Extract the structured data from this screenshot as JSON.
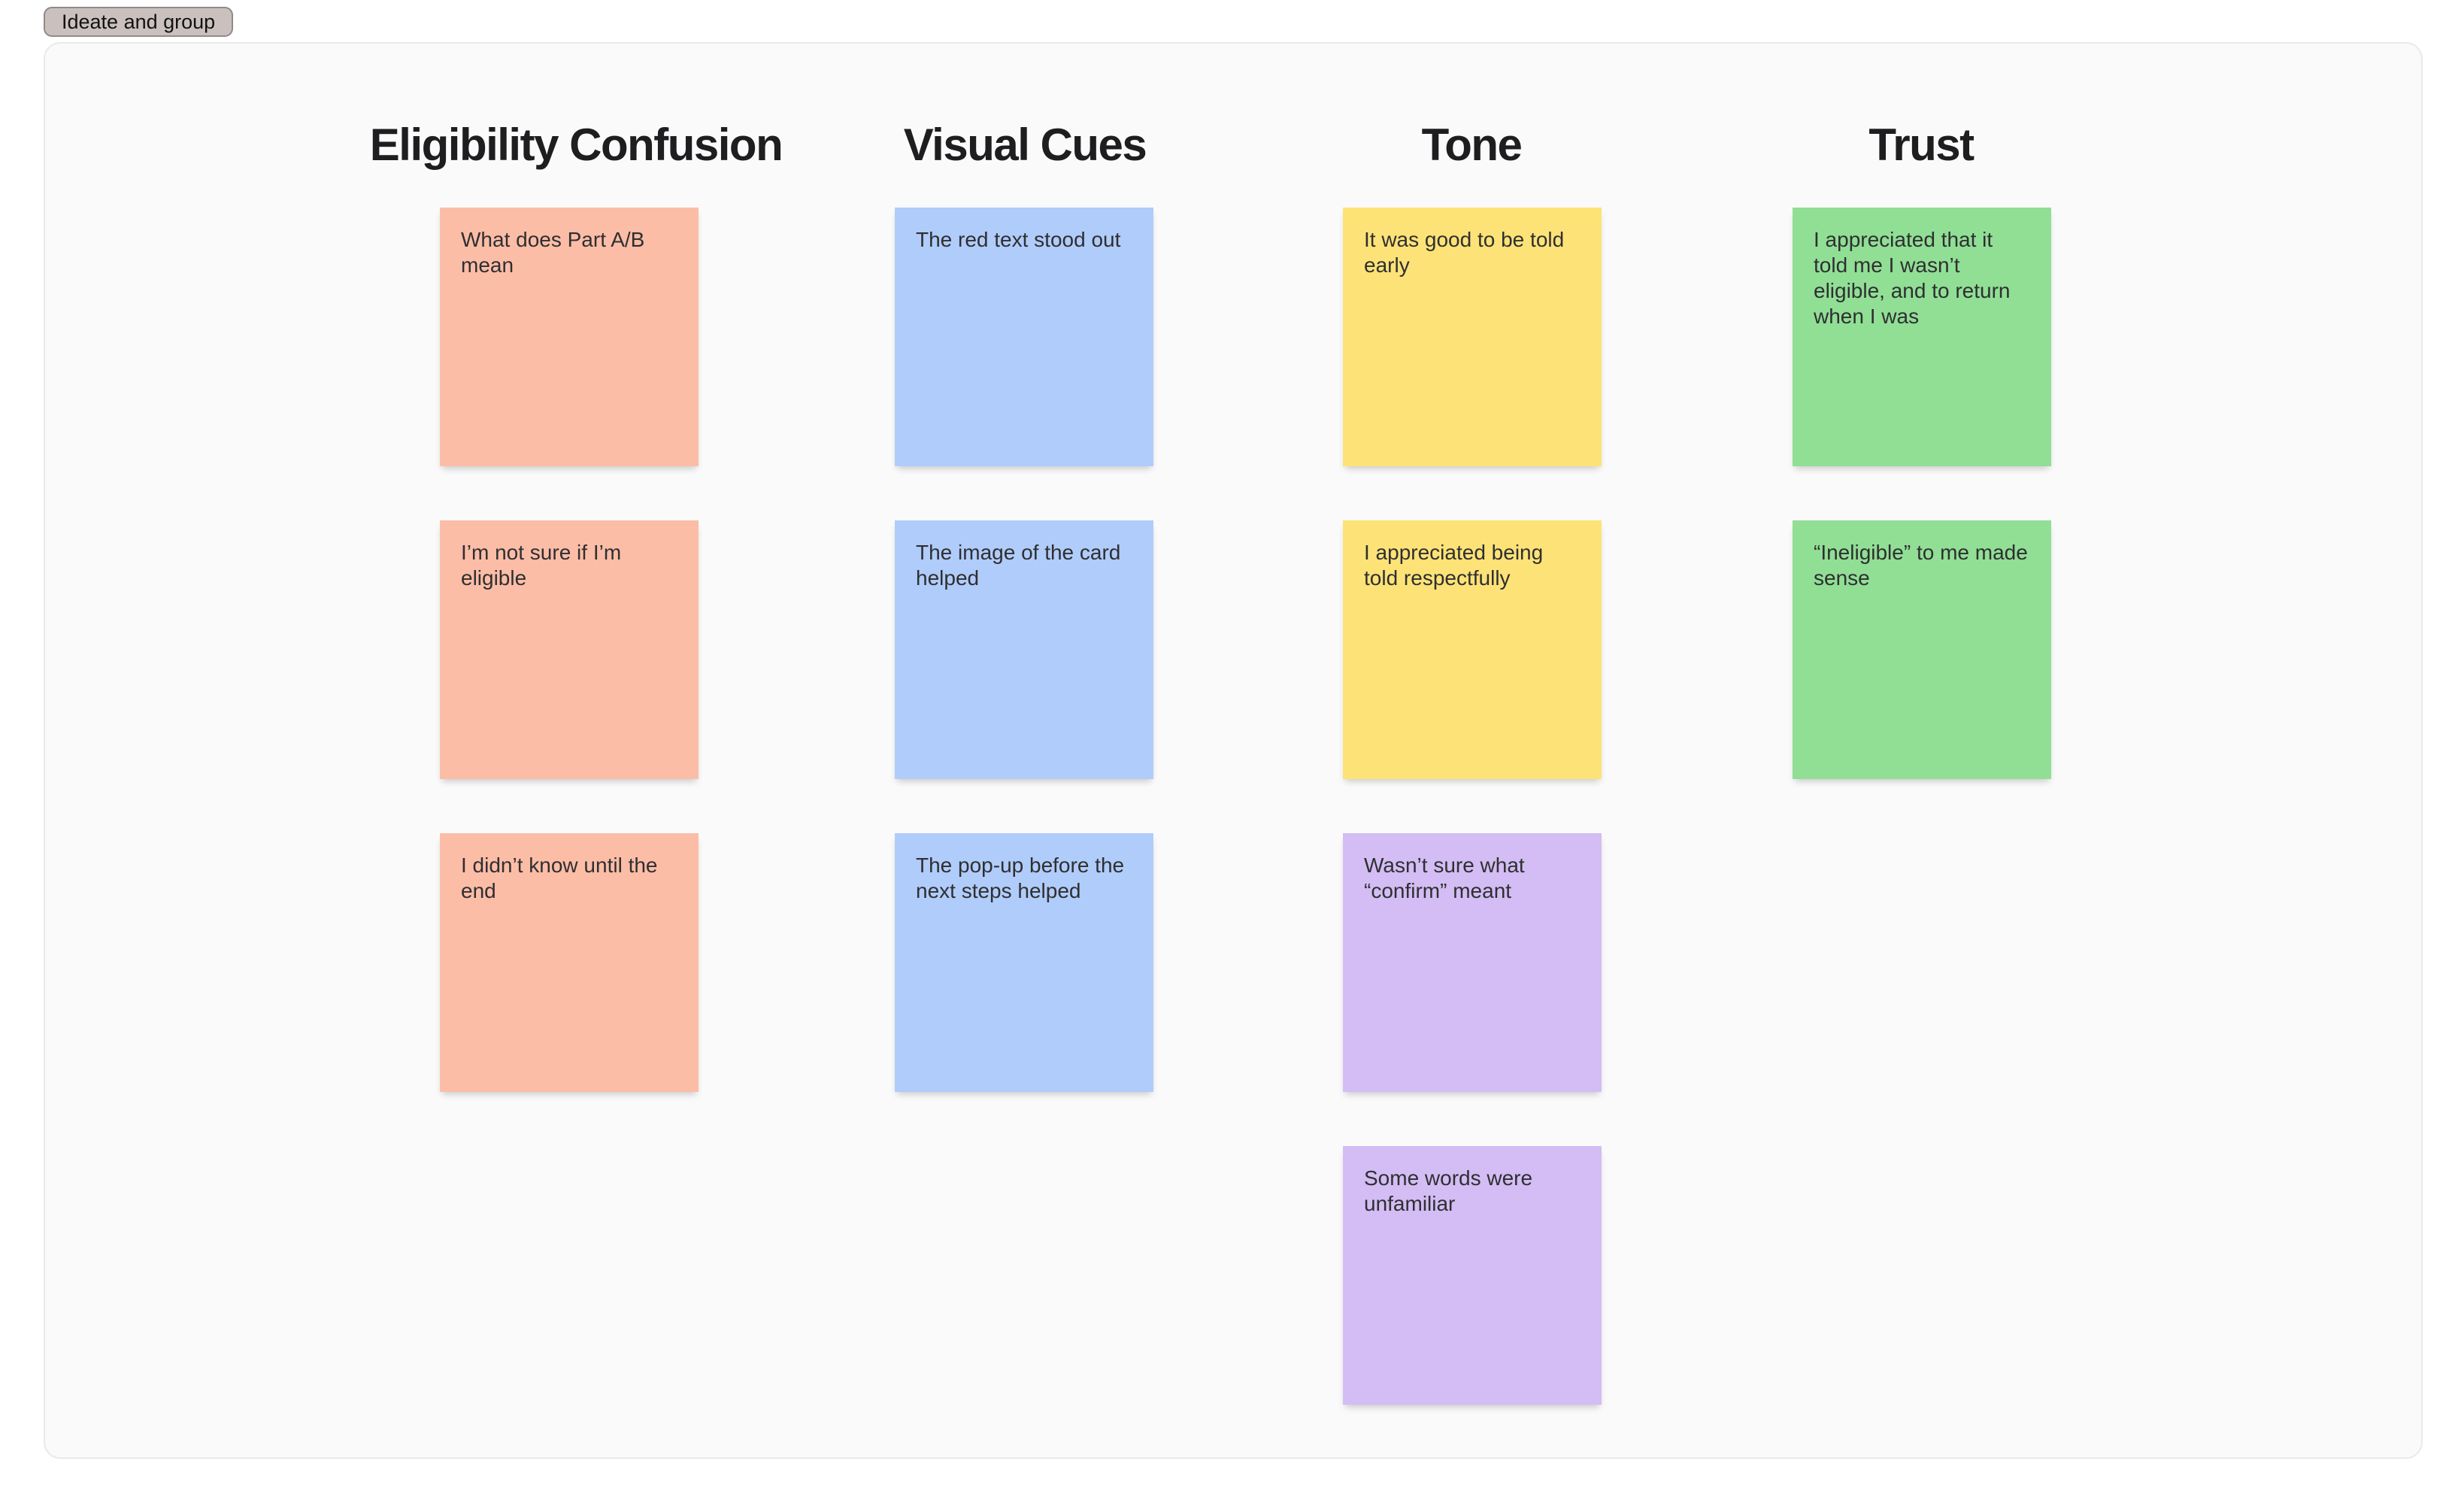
{
  "toolbar": {
    "ideate_button_label": "Ideate and group"
  },
  "colors": {
    "frame_bg": "#fafafa",
    "frame_border": "#e9e9e9",
    "button_bg": "#cac1bf",
    "button_border": "#8f8a88",
    "title_text": "#1e1e20",
    "note_text": "#2f2f31",
    "salmon": "#fcbda7",
    "blue": "#b0ccfa",
    "yellow": "#fde377",
    "purple": "#d3bdf4",
    "green": "#90df95"
  },
  "board": {
    "columns": [
      {
        "title": "Eligibility Confusion",
        "notes": [
          {
            "text": "What does Part A/B mean",
            "color": "#fcbda7"
          },
          {
            "text": "I’m not sure if I’m eligible",
            "color": "#fcbda7"
          },
          {
            "text": "I didn’t know until the end",
            "color": "#fcbda7"
          }
        ]
      },
      {
        "title": "Visual Cues",
        "notes": [
          {
            "text": "The red text stood out",
            "color": "#b0ccfa"
          },
          {
            "text": "The image of the card helped",
            "color": "#b0ccfa"
          },
          {
            "text": "The pop-up before the next steps helped",
            "color": "#b0ccfa"
          }
        ]
      },
      {
        "title": "Tone",
        "notes": [
          {
            "text": "It was good to be told early",
            "color": "#fde377"
          },
          {
            "text": "I appreciated being told respectfully",
            "color": "#fde377"
          },
          {
            "text": "Wasn’t sure what “confirm” meant",
            "color": "#d3bdf4"
          },
          {
            "text": "Some words were unfamiliar",
            "color": "#d3bdf4"
          }
        ]
      },
      {
        "title": "Trust",
        "notes": [
          {
            "text": "I appreciated that it told me I wasn’t eligible, and to return when I was",
            "color": "#90df95"
          },
          {
            "text": "“Ineligible” to me made sense",
            "color": "#90df95"
          }
        ]
      }
    ]
  }
}
